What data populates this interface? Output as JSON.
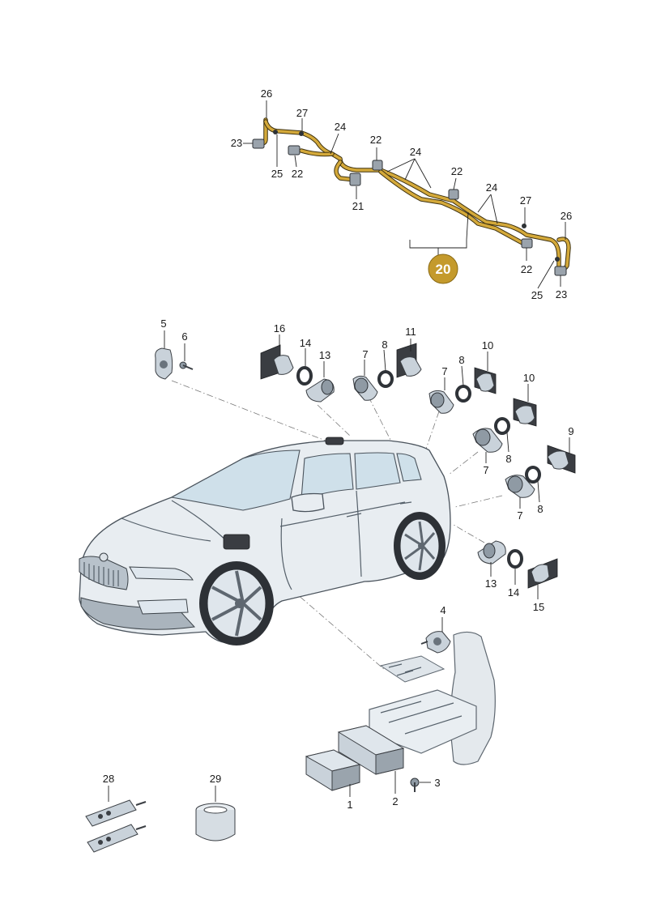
{
  "diagram": {
    "badge_label": "20",
    "badge_color": "#c49a2c",
    "wire_color": "#d4a93a",
    "callouts": {
      "n1": "1",
      "n2": "2",
      "n3": "3",
      "n4": "4",
      "n5": "5",
      "n6": "6",
      "n7a": "7",
      "n7b": "7",
      "n7c": "7",
      "n7d": "7",
      "n8a": "8",
      "n8b": "8",
      "n8c": "8",
      "n8d": "8",
      "n9": "9",
      "n10a": "10",
      "n10b": "10",
      "n11": "11",
      "n13a": "13",
      "n13b": "13",
      "n14a": "14",
      "n14b": "14",
      "n15": "15",
      "n16": "16",
      "n21": "21",
      "n22a": "22",
      "n22b": "22",
      "n22c": "22",
      "n22d": "22",
      "n23a": "23",
      "n23b": "23",
      "n24a": "24",
      "n24b": "24",
      "n24c": "24",
      "n25a": "25",
      "n25b": "25",
      "n26a": "26",
      "n26b": "26",
      "n27a": "27",
      "n27b": "27",
      "n28": "28",
      "n29": "29"
    }
  }
}
